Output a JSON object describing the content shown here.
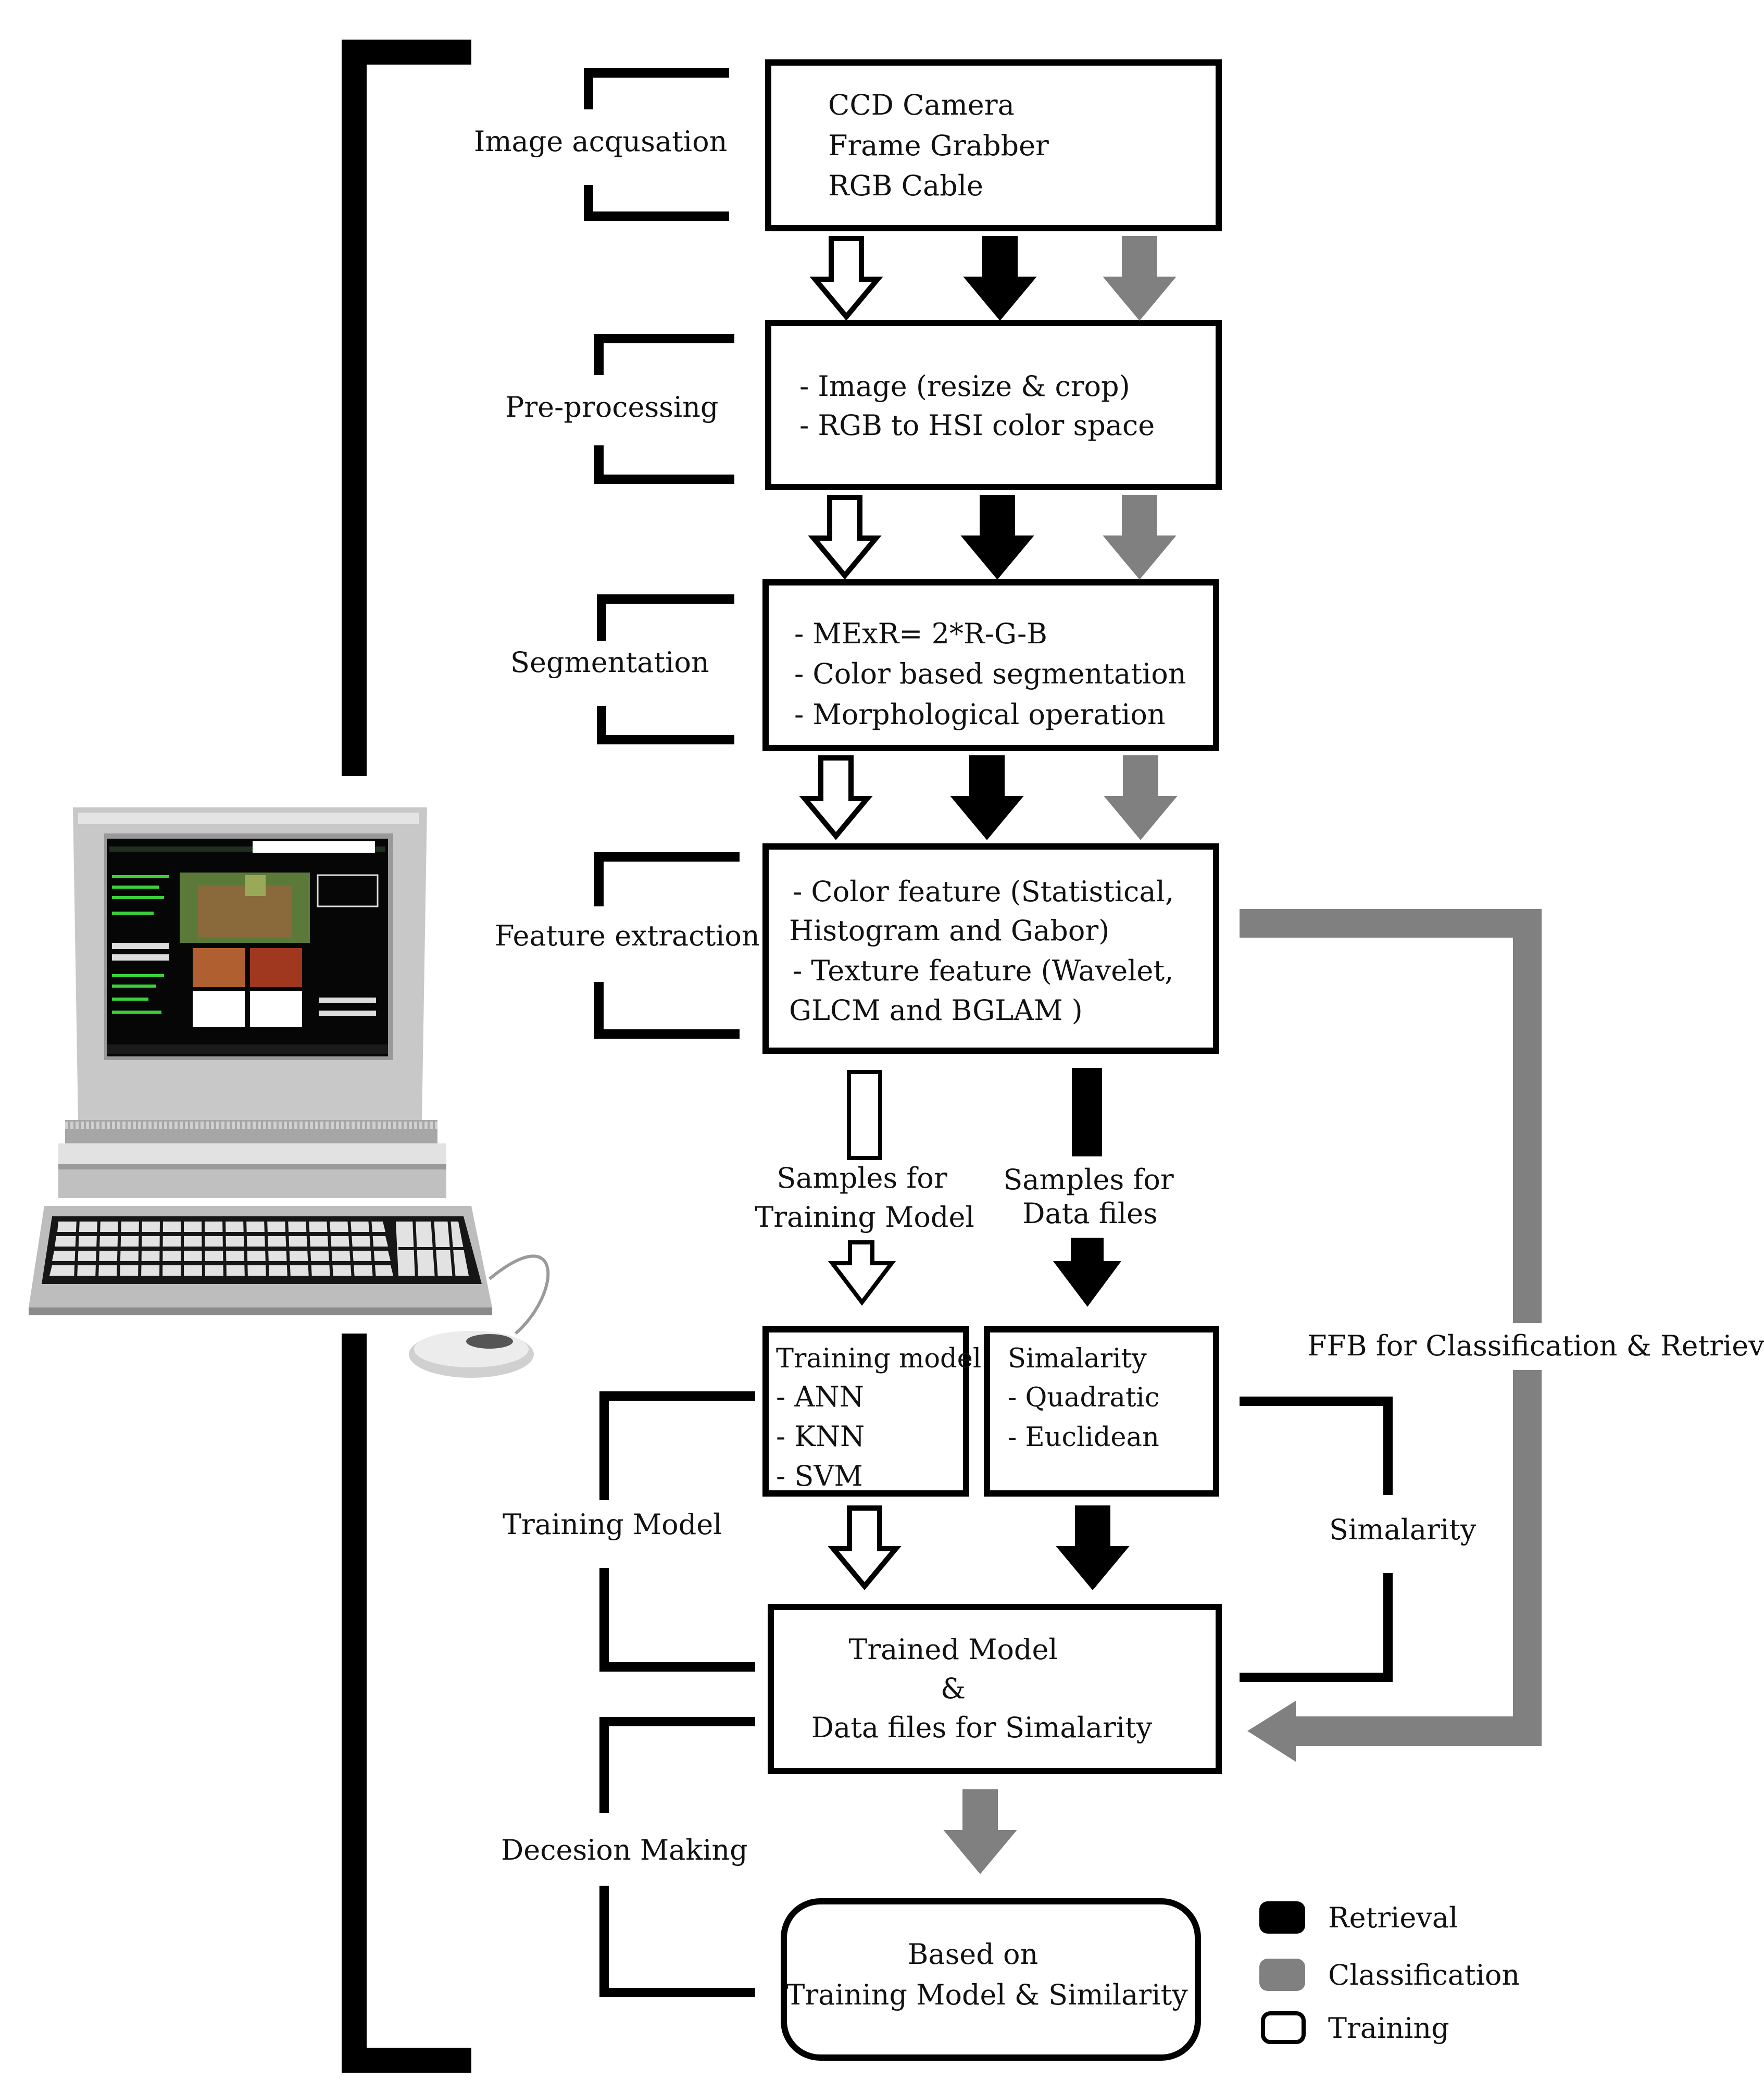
{
  "stage_labels": {
    "acquisition": "Image acqusation",
    "preprocessing": "Pre-processing",
    "segmentation": "Segmentation",
    "feature_extraction": "Feature extraction",
    "training_model": "Training Model",
    "decision_making": "Decesion Making",
    "similarity": "Simalarity"
  },
  "boxes": {
    "acquisition": [
      "CCD Camera",
      "Frame Grabber",
      "RGB Cable"
    ],
    "preprocessing": [
      "- Image (resize & crop)",
      "- RGB to HSI color space"
    ],
    "segmentation": [
      "- MExR= 2*R-G-B",
      "- Color based segmentation",
      "- Morphological operation"
    ],
    "features": [
      "- Color feature (Statistical,",
      "Histogram and Gabor)",
      "- Texture feature (Wavelet,",
      "GLCM and BGLAM )"
    ],
    "training": [
      "Training model",
      "- ANN",
      "- KNN",
      "- SVM"
    ],
    "similarity": [
      "Simalarity",
      "- Quadratic",
      "- Euclidean"
    ],
    "trained": [
      "Trained Model",
      "&",
      "Data files for Simalarity"
    ],
    "result": [
      "Based on",
      "Training Model & Similarity"
    ]
  },
  "branch_labels": {
    "samples_training": [
      "Samples for",
      "Training Model"
    ],
    "samples_data": [
      "Samples for",
      "Data files"
    ],
    "ffb": "FFB  for Classification & Retrieval"
  },
  "legend": [
    {
      "label": "Retrieval",
      "color": "#000000"
    },
    {
      "label": "Classification",
      "color": "#808080"
    },
    {
      "label": "Training",
      "color": "#ffffff"
    }
  ]
}
